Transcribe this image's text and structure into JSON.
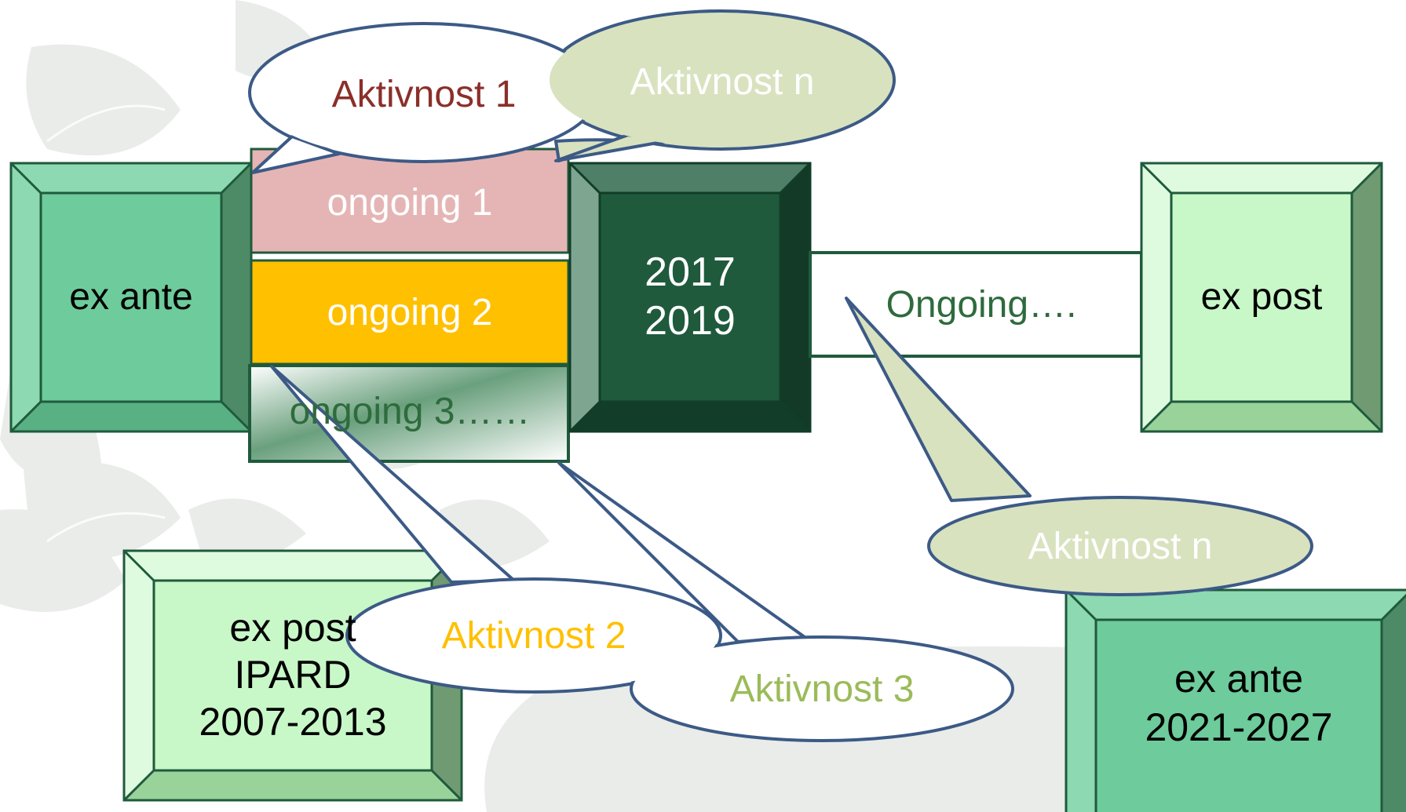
{
  "colors": {
    "background_leaf": "#e9ece9",
    "outline": "#3c5a86",
    "box_green_light": "#c8f7c8",
    "box_green_mid": "#6ecb9b",
    "box_green_dark": "#1f5a3c",
    "ongoing1": "#e5b5b5",
    "ongoing2": "#ffc000",
    "bubble_khaki": "#d8e2bf",
    "red_text": "#8b2f2a",
    "gold_text": "#ffc000",
    "olive_text": "#9bbb59",
    "dark_green_text": "#2e6b3d"
  },
  "boxes": {
    "ex_ante_left": "ex ante",
    "ex_post_right": "ex post",
    "period": "2017\n2019",
    "ex_post_ipard": "ex post\nIPARD\n2007-2013",
    "ex_ante_next": "ex ante\n2021-2027"
  },
  "ongoing": {
    "item1": "ongoing 1",
    "item2": "ongoing 2",
    "item3": "ongoing 3……",
    "connector": "Ongoing…."
  },
  "bubbles": {
    "activity1": "Aktivnost  1",
    "activity_n_top": "Aktivnost  n",
    "activity2": "Aktivnost 2",
    "activity3": "Aktivnost 3",
    "activity_n_bottom": "Aktivnost n"
  }
}
